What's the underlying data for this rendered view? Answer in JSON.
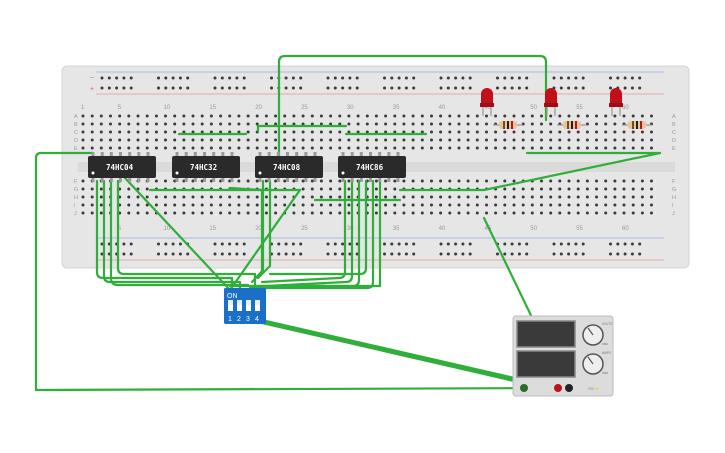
{
  "breadboard": {
    "rail_symbols": {
      "minus": "−",
      "plus": "+"
    },
    "column_numbers": [
      "1",
      "5",
      "10",
      "15",
      "20",
      "25",
      "30",
      "35",
      "40",
      "45",
      "50",
      "55",
      "60"
    ],
    "row_letters_top": [
      "A",
      "B",
      "C",
      "D",
      "E"
    ],
    "row_letters_bottom": [
      "F",
      "G",
      "H",
      "I",
      "J"
    ]
  },
  "chips": [
    {
      "label": "74HC04"
    },
    {
      "label": "74HC32"
    },
    {
      "label": "74HC08"
    },
    {
      "label": "74HC86"
    }
  ],
  "dip_switch": {
    "on_label": "ON",
    "switch_numbers": [
      "1",
      "2",
      "3",
      "4"
    ]
  },
  "power_supply": {
    "voltage_unit": "VOLTS",
    "current_unit": "AMPS",
    "knob1_label": "max",
    "knob2_label": "max",
    "output_label": "20V ⚡"
  },
  "leds": {
    "count": 3,
    "color": "#c0111a"
  },
  "colors": {
    "board": "#e6e6e6",
    "wire": "#2fae3a",
    "chip": "#2a2a2a",
    "dip_switch": "#1a6fc9",
    "rail_red": "#e05a5a",
    "rail_blue": "#5a7fe0",
    "psu_body": "#dcdcdc"
  }
}
